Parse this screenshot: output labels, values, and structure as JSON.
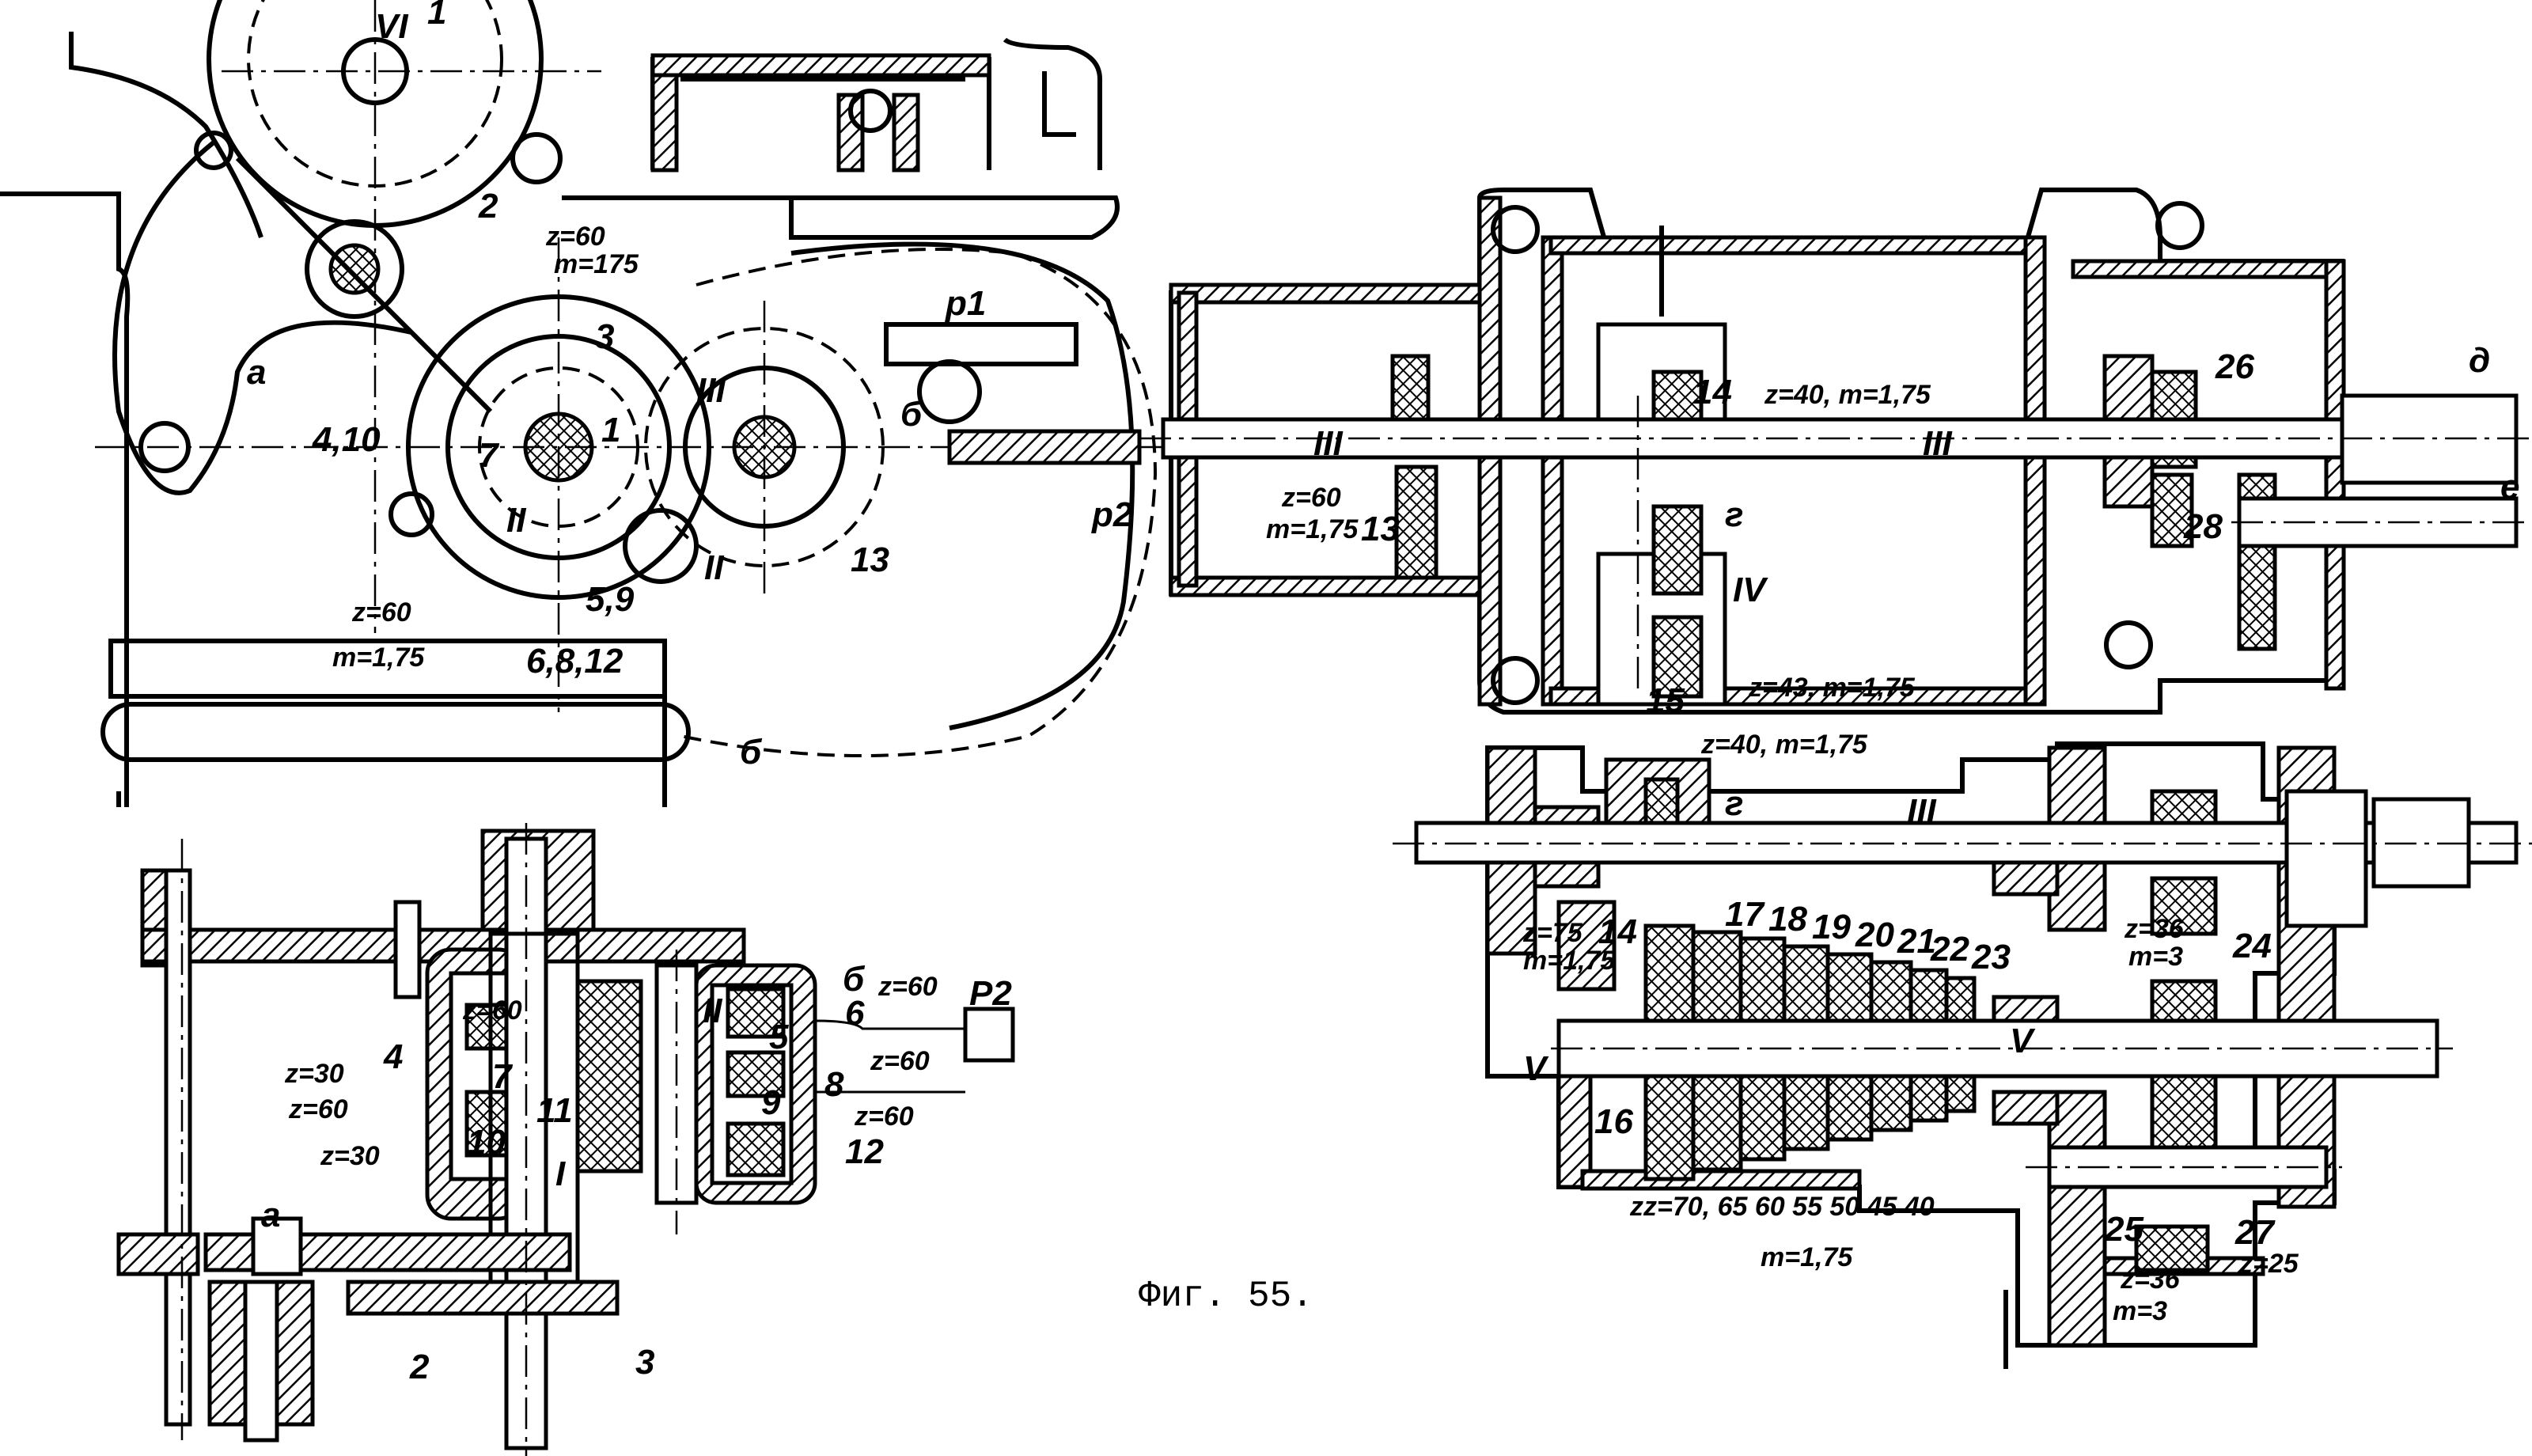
{
  "figure": {
    "caption": "Фиг. 55."
  },
  "views": {
    "top_left": {
      "labels": [
        "VI",
        "1",
        "2",
        "z=60",
        "m=175",
        "3",
        "a",
        "4,10",
        "7",
        "1",
        "III",
        "б",
        "p1",
        "p2",
        "II",
        "II",
        "13",
        "5,9",
        "z=60",
        "m=1,75",
        "6,8,12",
        "б"
      ]
    },
    "top_right": {
      "labels": [
        "14",
        "z=40, m=1,75",
        "26",
        "д",
        "III",
        "III",
        "z=60",
        "m=1,75",
        "13",
        "г",
        "IV",
        "28",
        "e",
        "15",
        "z=43, m=1,75"
      ]
    },
    "bottom_right": {
      "labels": [
        "z=40, m=1,75",
        "г",
        "III",
        "z=75",
        "14",
        "m=1,75",
        "17",
        "18",
        "19",
        "20",
        "21",
        "22",
        "23",
        "z=36",
        "m=3",
        "24",
        "V",
        "V",
        "16",
        "zz=70, 65 60 55 50 45 40",
        "m=1,75",
        "25",
        "27",
        "z=25",
        "z=36",
        "m=3"
      ]
    },
    "bottom_left": {
      "labels": [
        "z=60",
        "4",
        "7",
        "z=30",
        "z=60",
        "11",
        "10",
        "z=30",
        "I",
        "II",
        "б",
        "z=60",
        "6",
        "5",
        "P2",
        "z=60",
        "8",
        "9",
        "z=60",
        "12",
        "a",
        "2",
        "3"
      ]
    }
  }
}
